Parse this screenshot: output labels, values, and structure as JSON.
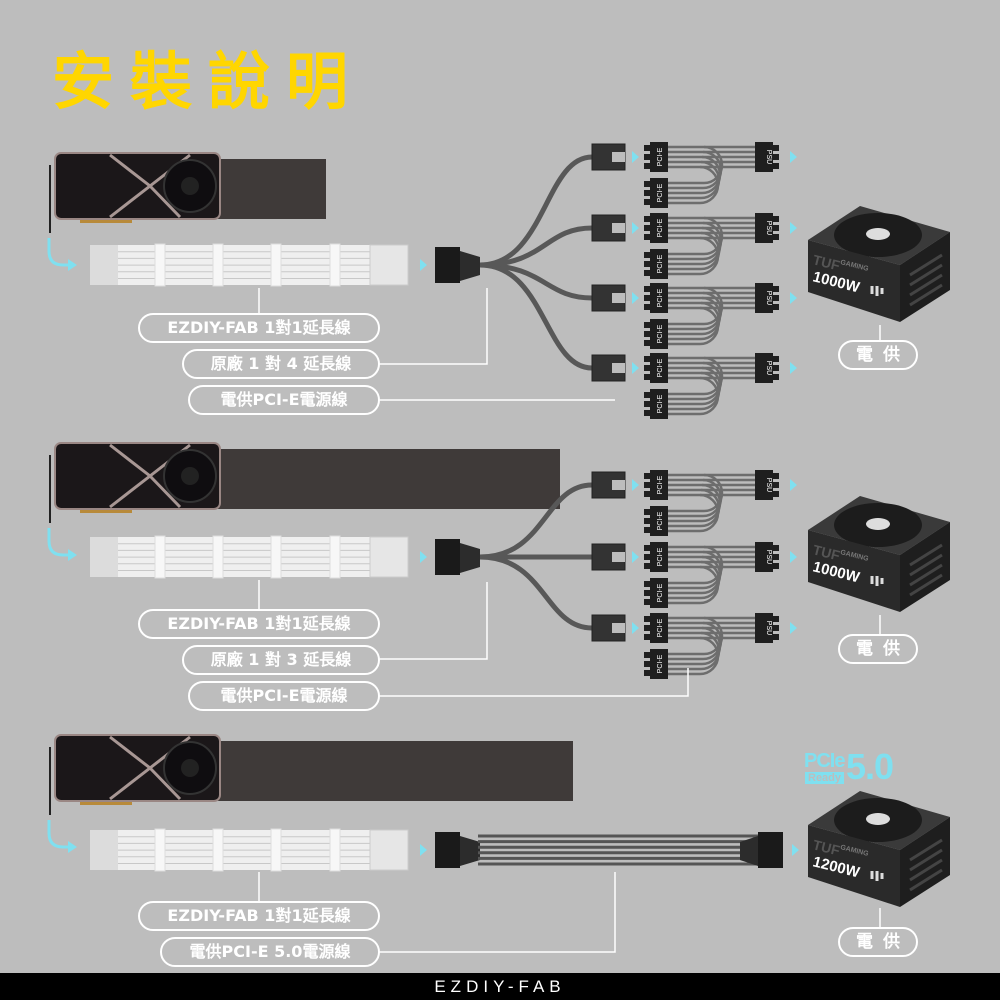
{
  "title": "安裝說明",
  "connector_labels": {
    "pcie": "PCI-E",
    "psu": "PSU"
  },
  "sections": [
    {
      "labels": [
        "EZDIY-FAB 1對1延長線",
        "原廠 1 對 4 延長線",
        "電供PCI-E電源線"
      ],
      "psu_model": "1000W",
      "psu_brand": "TUF",
      "psu_sub": "GAMING",
      "psu_label": "電供",
      "splitter_count": 4
    },
    {
      "labels": [
        "EZDIY-FAB 1對1延長線",
        "原廠 1 對 3 延長線",
        "電供PCI-E電源線"
      ],
      "psu_model": "1000W",
      "psu_brand": "TUF",
      "psu_sub": "GAMING",
      "psu_label": "電供",
      "splitter_count": 3
    },
    {
      "labels": [
        "EZDIY-FAB 1對1延長線",
        "電供PCI-E 5.0電源線"
      ],
      "psu_model": "1200W",
      "psu_brand": "TUF",
      "psu_sub": "GAMING",
      "psu_label": "電供",
      "pcie_badge": {
        "top": "PCIe",
        "bottom": "Ready",
        "version": "5.0"
      }
    }
  ],
  "footer": "EZDIY-FAB",
  "colors": {
    "background": "#bdbdbd",
    "title": "#ffd600",
    "accent": "#7fe0f0"
  }
}
